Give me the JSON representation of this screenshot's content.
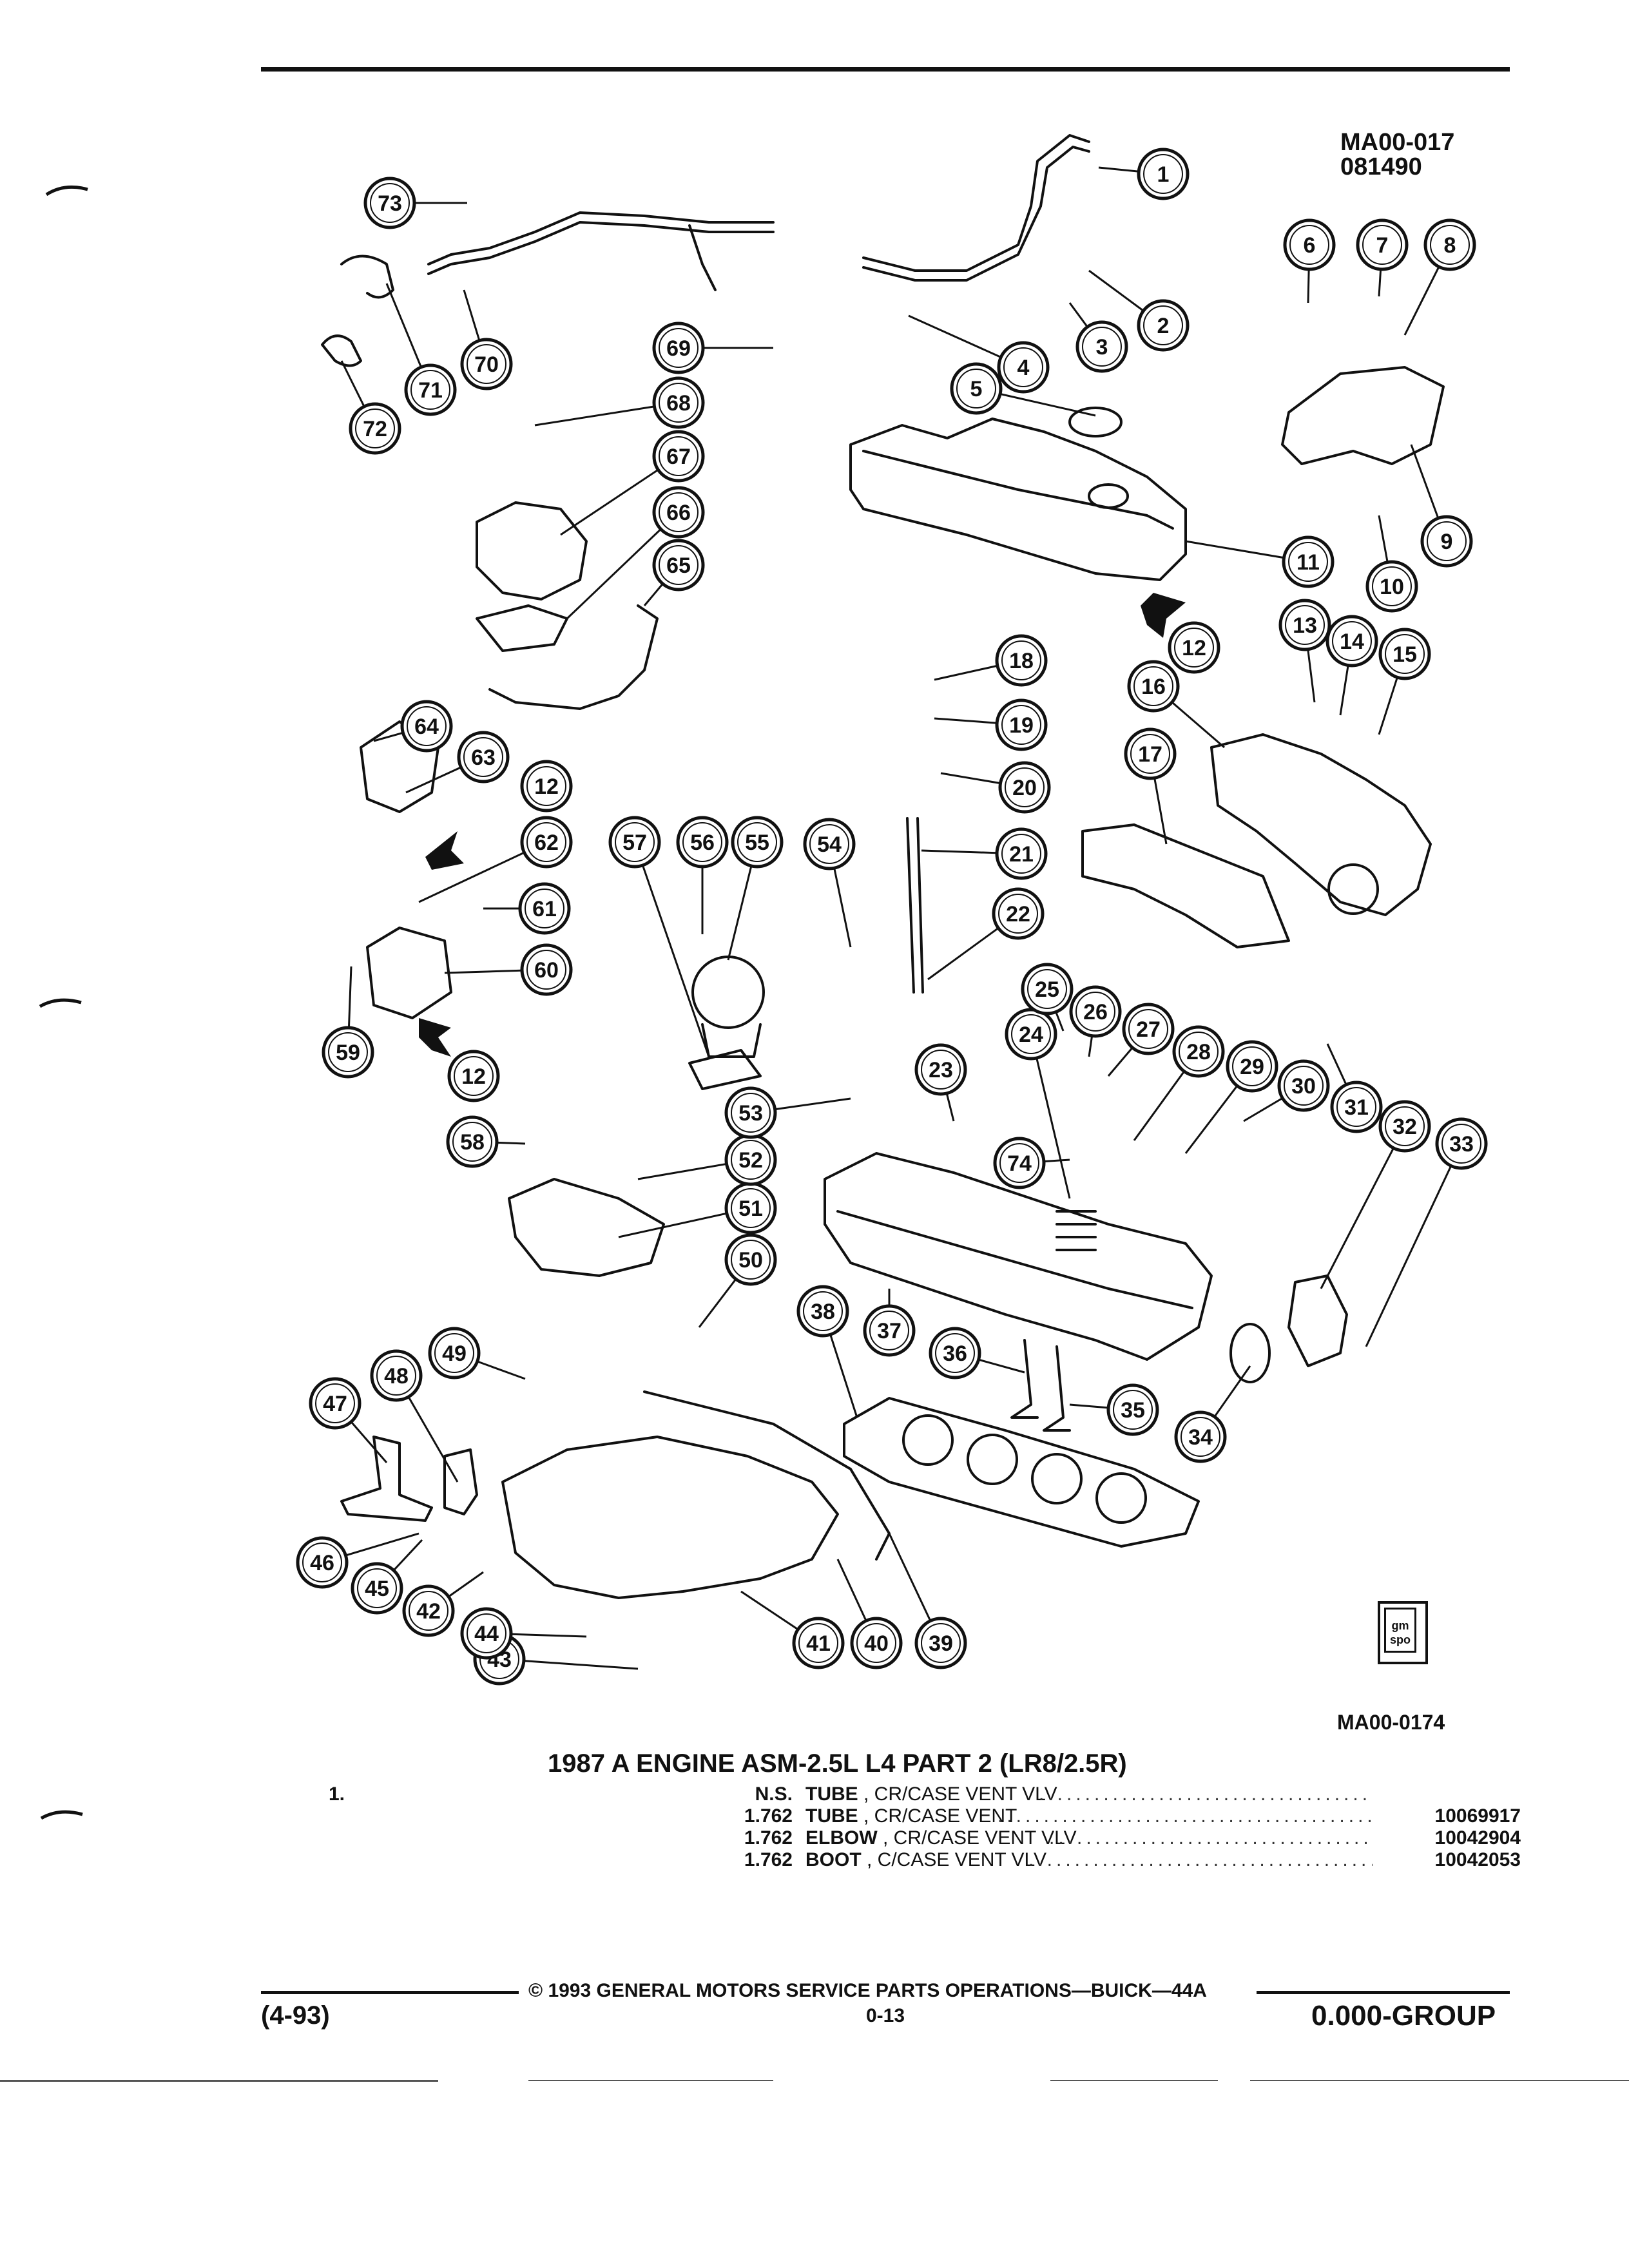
{
  "header": {
    "ref_code": "MA00-017",
    "ref_date": "081490"
  },
  "figure": {
    "code": "MA00-0174",
    "callouts": [
      "1",
      "2",
      "3",
      "4",
      "5",
      "6",
      "7",
      "8",
      "9",
      "10",
      "11",
      "12",
      "13",
      "14",
      "15",
      "16",
      "17",
      "18",
      "19",
      "20",
      "21",
      "22",
      "23",
      "24",
      "25",
      "26",
      "27",
      "28",
      "29",
      "30",
      "31",
      "32",
      "33",
      "34",
      "35",
      "36",
      "37",
      "38",
      "39",
      "40",
      "41",
      "42",
      "43",
      "44",
      "45",
      "46",
      "47",
      "48",
      "49",
      "50",
      "51",
      "52",
      "53",
      "54",
      "55",
      "56",
      "57",
      "58",
      "59",
      "60",
      "61",
      "62",
      "63",
      "64",
      "65",
      "66",
      "67",
      "68",
      "69",
      "70",
      "71",
      "72",
      "73",
      "74"
    ],
    "logo_text": "gm spo"
  },
  "title": "1987 A ENGINE ASM-2.5L L4 PART 2 (LR8/2.5R)",
  "parts": [
    {
      "item": "1.",
      "qty": "N.S.",
      "name": "TUBE",
      "desc": ", CR/CASE VENT VLV",
      "part_no": ""
    },
    {
      "item": "",
      "qty": "1.762",
      "name": "TUBE",
      "desc": ", CR/CASE VENT",
      "part_no": "10069917"
    },
    {
      "item": "",
      "qty": "1.762",
      "name": "ELBOW",
      "desc": ", CR/CASE VENT VLV",
      "part_no": "10042904"
    },
    {
      "item": "",
      "qty": "1.762",
      "name": "BOOT",
      "desc": ", C/CASE VENT VLV",
      "part_no": "10042053"
    }
  ],
  "footer": {
    "copyright": "© 1993 GENERAL MOTORS SERVICE PARTS OPERATIONS—BUICK—44A",
    "date_code": "(4-93)",
    "page": "0-13",
    "group": "0.000-GROUP"
  }
}
